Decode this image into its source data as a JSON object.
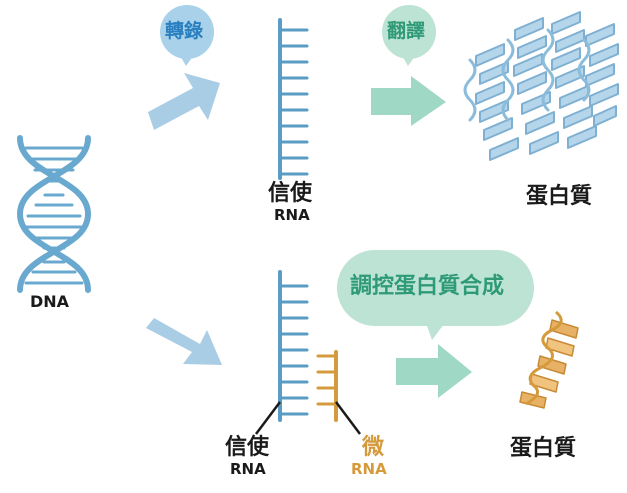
{
  "labels": {
    "transcription": "轉錄",
    "translation": "翻譯",
    "protein_top": "蛋白質",
    "mrna_top_cn": "信使",
    "mrna_top_en": "RNA",
    "dna": "DNA",
    "regulation": "調控蛋白質合成",
    "mrna_bottom_cn": "信使",
    "mrna_bottom_en": "RNA",
    "mirna_cn": "微",
    "mirna_en": "RNA",
    "protein_bottom": "蛋白質"
  },
  "colors": {
    "dna_blue": "#6aa9cf",
    "rna_blue": "#5b9cc4",
    "arrow_blue": "#a9cde4",
    "arrow_green": "#9fd8c4",
    "bubble_blue": "#a9d2ea",
    "bubble_green": "#bde3d4",
    "bubble_text_blue": "#2a7fc1",
    "bubble_text_green": "#2f9a78",
    "mirna_orange": "#d49a3c",
    "protein_blue": "#9fc6e0",
    "protein_orange": "#e7b266"
  }
}
